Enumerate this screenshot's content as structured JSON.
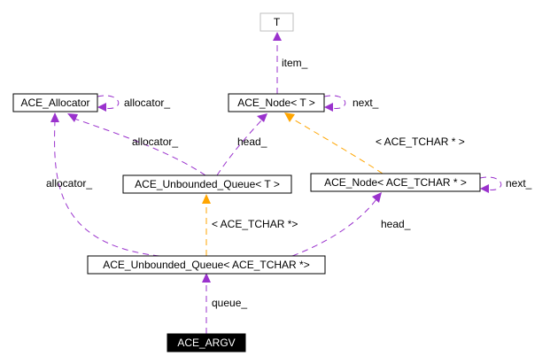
{
  "nodes": {
    "t": "T",
    "allocator": "ACE_Allocator",
    "node_t": "ACE_Node< T >",
    "queue_t": "ACE_Unbounded_Queue< T >",
    "node_tchar": "ACE_Node< ACE_TCHAR * >",
    "queue_tchar": "ACE_Unbounded_Queue< ACE_TCHAR *>",
    "argv": "ACE_ARGV"
  },
  "edges": {
    "item": "item_",
    "allocator_self": "allocator_",
    "next_node_t": "next_",
    "allocator_queue_t": "allocator_",
    "head_queue_t": "head_",
    "template_node_tchar": "< ACE_TCHAR * >",
    "allocator_queue_tchar": "allocator_",
    "next_node_tchar": "next_",
    "template_queue_tchar": "< ACE_TCHAR *>",
    "head_queue_tchar": "head_",
    "queue": "queue_"
  },
  "colors": {
    "usage": "#9a32cd",
    "template": "#ffa500",
    "focus_fill": "#000000",
    "muted_border": "#bfbfbf"
  }
}
